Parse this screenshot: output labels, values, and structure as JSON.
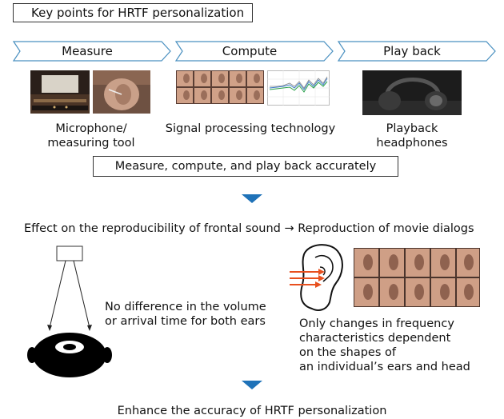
{
  "title": "Key points for HRTF personalization",
  "steps": [
    {
      "label": "Measure"
    },
    {
      "label": "Compute"
    },
    {
      "label": "Play back"
    }
  ],
  "captions": {
    "measure": [
      "Microphone/",
      "measuring tool"
    ],
    "compute": "Signal processing technology",
    "playback": [
      "Playback",
      "headphones"
    ]
  },
  "summary": "Measure, compute, and play back accurately",
  "effect": "Effect on the reproducibility of frontal sound → Reproduction of movie dialogs",
  "left_note": [
    "No difference in the volume",
    "or arrival time for both ears"
  ],
  "right_note": [
    "Only changes in frequency",
    "characteristics dependent",
    "on the shapes of",
    "an individual’s ears and head"
  ],
  "conclusion": "Enhance the accuracy of HRTF personalization",
  "colors": {
    "accent": "#1f72b8",
    "arrow_red": "#e8501e"
  }
}
